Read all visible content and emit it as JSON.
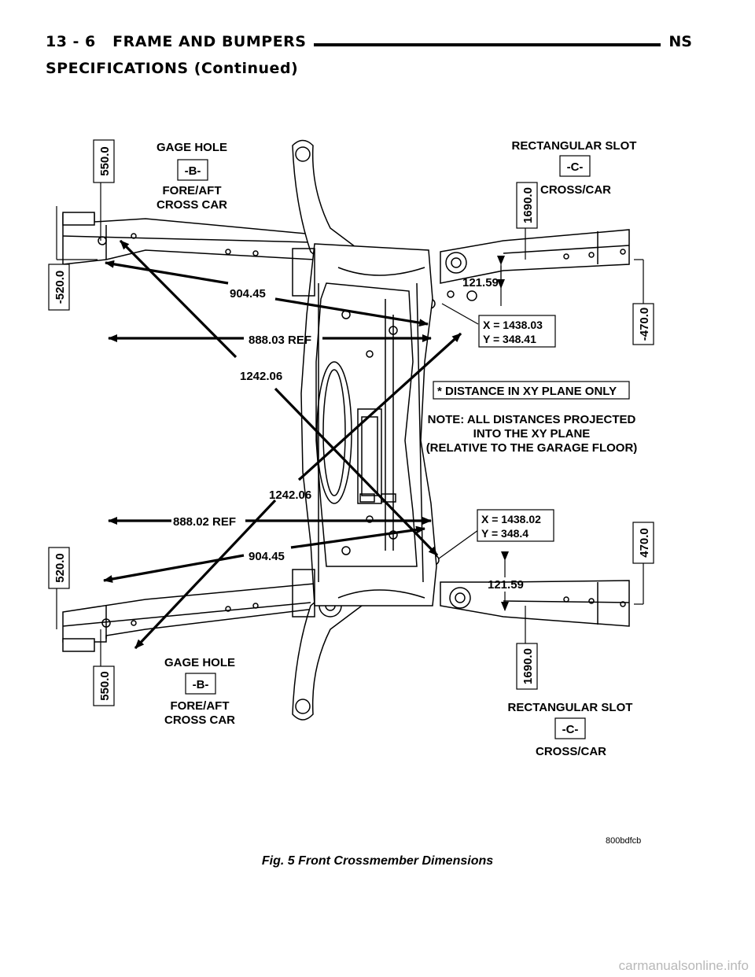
{
  "header": {
    "page_ref": "13 - 6",
    "section": "FRAME AND BUMPERS",
    "model": "NS",
    "subtitle": "SPECIFICATIONS (Continued)"
  },
  "diagram": {
    "top_left_hole": {
      "title": "GAGE HOLE",
      "ref": "-B-",
      "desc_line1": "FORE/AFT",
      "desc_line2": "CROSS CAR"
    },
    "top_right_slot": {
      "title": "RECTANGULAR SLOT",
      "ref": "-C-",
      "desc": "CROSS/CAR"
    },
    "bottom_left_hole": {
      "title": "GAGE HOLE",
      "ref": "-B-",
      "desc_line1": "FORE/AFT",
      "desc_line2": "CROSS CAR"
    },
    "bottom_right_slot": {
      "title": "RECTANGULAR SLOT",
      "ref": "-C-",
      "desc": "CROSS/CAR"
    },
    "dims": {
      "top_550": "550.0",
      "top_neg520": "-520.0",
      "top_1690": "1690.0",
      "top_neg470": "-470.0",
      "top_121": "121.59",
      "top_904": "904.45",
      "top_888": "888.03 REF",
      "top_1242": "1242.06",
      "bottom_1242": "1242.06",
      "bottom_888": "888.02 REF",
      "bottom_904": "904.45",
      "bottom_520": "520.0",
      "bottom_470": "470.0",
      "bottom_121": "121.59",
      "bottom_550": "550.0",
      "bottom_1690": "1690.0"
    },
    "coord_top": {
      "x": "X = 1438.03",
      "y": "Y = 348.41"
    },
    "coord_bottom": {
      "x": "X = 1438.02",
      "y": "Y = 348.4"
    },
    "xy_note": "* DISTANCE IN XY PLANE ONLY",
    "note_line1": "NOTE: ALL DISTANCES PROJECTED",
    "note_line2": "INTO THE XY PLANE",
    "note_line3": "(RELATIVE TO THE GARAGE FLOOR)",
    "figure_code": "800bdfcb"
  },
  "caption": "Fig. 5 Front Crossmember Dimensions",
  "watermark": "carmanualsonline.info"
}
